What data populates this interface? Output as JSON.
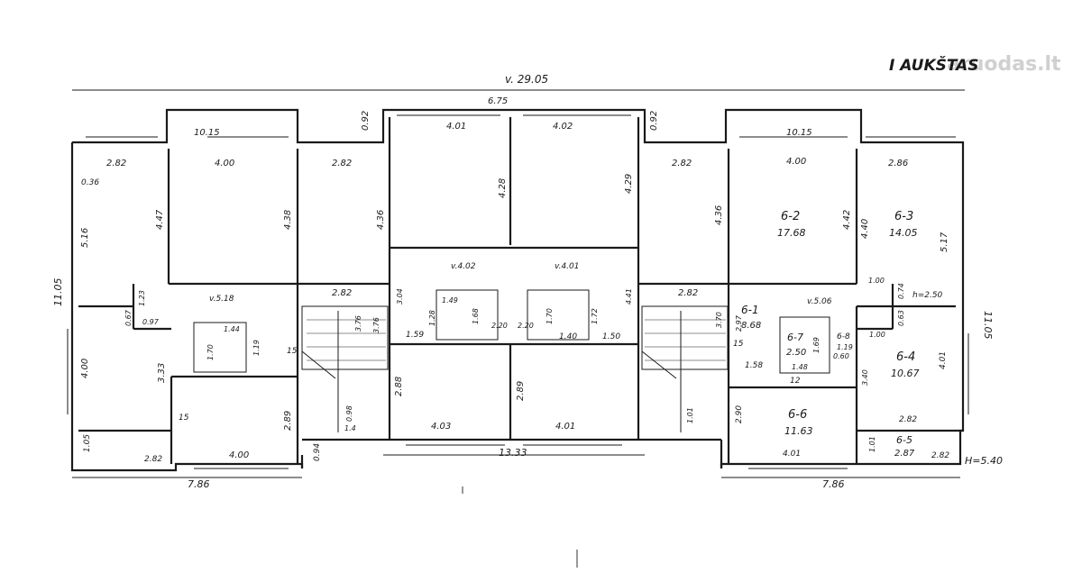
{
  "plan": {
    "title": "I AUKŠTAS",
    "watermark": "aruodas.lt",
    "overall": {
      "length": "v. 29.05",
      "depth_left": "11.05",
      "depth_right": "11.05",
      "center_top": "6.75",
      "height_mark": "H=5.40"
    },
    "bottom": {
      "left": "7.86",
      "center": "13.33",
      "right": "7.86"
    },
    "rooms_labeled": [
      {
        "id": "6-2",
        "area": "17.68"
      },
      {
        "id": "6-3",
        "area": "14.05"
      },
      {
        "id": "6-1",
        "area": "8.68"
      },
      {
        "id": "6-7",
        "area": "2.50"
      },
      {
        "id": "6-8",
        "area": "1.19"
      },
      {
        "id": "6-4",
        "area": "10.67"
      },
      {
        "id": "6-6",
        "area": "11.63"
      },
      {
        "id": "6-5",
        "area": "2.87"
      }
    ],
    "dims_top": [
      "10.15",
      "0.92",
      "4.01",
      "4.02",
      "0.92",
      "10.15"
    ],
    "dims_rooms_top": [
      "2.82",
      "4.00",
      "2.82",
      "2.82",
      "4.00",
      "2.86"
    ],
    "dims_vertical": [
      "5.16",
      "4.47",
      "4.38",
      "4.36",
      "4.28",
      "4.29",
      "4.36",
      "4.42",
      "4.40",
      "5.17",
      "0.36"
    ],
    "dims_mid": [
      "v.5.18",
      "2.82",
      "v.4.02",
      "v.4.01",
      "2.82",
      "v.5.06",
      "h=2.50",
      "1.00",
      "0.74",
      "0.63"
    ],
    "dims_core": [
      "1.49",
      "1.28",
      "1.68",
      "2.20",
      "2.20",
      "1.70",
      "1.72",
      "1.59",
      "1.40",
      "1.50",
      "3.76",
      "3.76",
      "3.04",
      "4.41",
      "3.70",
      "2.97"
    ],
    "dims_lower_left": [
      "1.23",
      "0.67",
      "0.97",
      "1.44",
      "1.70",
      "1.19",
      "4.00",
      "3.33",
      "2.89",
      "1.05",
      "2.82",
      "4.00",
      "0.94",
      "0.98",
      "1.4",
      "15",
      "15"
    ],
    "dims_lower_center": [
      "2.88",
      "2.89",
      "4.03",
      "4.01"
    ],
    "dims_lower_right": [
      "1.58",
      "1.48",
      "1.69",
      "1.00",
      "0.60",
      "3.40",
      "4.01",
      "2.90",
      "4.01",
      "2.82",
      "1.01",
      "1.01",
      "2.82",
      "15",
      "12"
    ]
  }
}
